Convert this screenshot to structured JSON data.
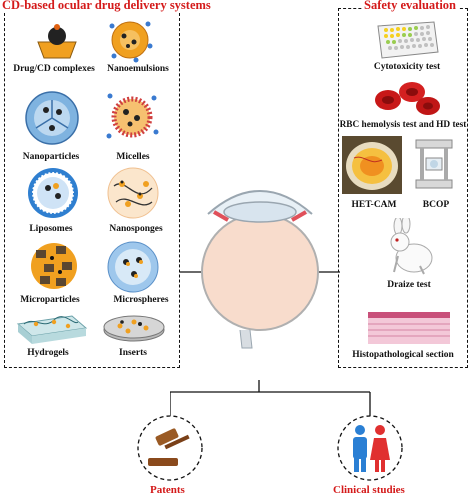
{
  "left_panel": {
    "title": "CD-based ocular drug delivery systems",
    "items": [
      {
        "label": "Drug/CD complexes",
        "icon": "drug-cd-complex-icon"
      },
      {
        "label": "Nanoemulsions",
        "icon": "nanoemulsion-icon"
      },
      {
        "label": "Nanoparticles",
        "icon": "nanoparticle-icon"
      },
      {
        "label": "Micelles",
        "icon": "micelle-icon"
      },
      {
        "label": "Liposomes",
        "icon": "liposome-icon"
      },
      {
        "label": "Nanosponges",
        "icon": "nanosponge-icon"
      },
      {
        "label": "Microparticles",
        "icon": "microparticle-icon"
      },
      {
        "label": "Microspheres",
        "icon": "microsphere-icon"
      },
      {
        "label": "Hydrogels",
        "icon": "hydrogel-icon"
      },
      {
        "label": "Inserts",
        "icon": "insert-icon"
      }
    ]
  },
  "right_panel": {
    "title": "Safety  evaluation",
    "items": [
      {
        "label": "Cytotoxicity test",
        "icon": "well-plate-icon"
      },
      {
        "label": "RBC hemolysis test and HD test",
        "icon": "red-blood-cell-icon"
      },
      {
        "label": "HET-CAM",
        "icon": "egg-membrane-icon"
      },
      {
        "label": "BCOP",
        "icon": "cornea-holder-icon"
      },
      {
        "label": "Draize test",
        "icon": "rabbit-icon"
      },
      {
        "label": "Histopathological section",
        "icon": "tissue-section-icon"
      }
    ]
  },
  "bottom": {
    "patents": "Patents",
    "clinical": "Clinical studies"
  },
  "colors": {
    "title_red": "#d41a1a",
    "eye_pink": "#f7d6c6",
    "cd_orange": "#f0a020",
    "particle_blue": "#7fb3e0"
  }
}
